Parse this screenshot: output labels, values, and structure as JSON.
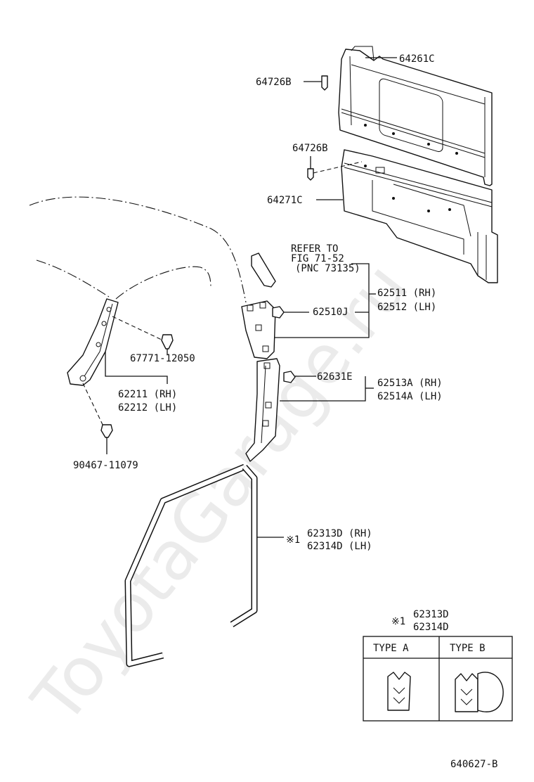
{
  "watermark": "ToyotaGarage.ru",
  "labels": {
    "p64261C": "64261C",
    "p64726B_top": "64726B",
    "p64726B_mid": "64726B",
    "p64271C": "64271C",
    "refer_line1": "REFER TO",
    "refer_line2": "FIG 71-52",
    "refer_line3": "(PNC 73135)",
    "p62511": "62511 (RH)",
    "p62512": "62512 (LH)",
    "p62510J": "62510J",
    "p67771": "67771-12050",
    "p62211": "62211 (RH)",
    "p62212": "62212 (LH)",
    "p62631E": "62631E",
    "p62513A": "62513A (RH)",
    "p62514A": "62514A (LH)",
    "p90467": "90467-11079",
    "note_mark": "※1",
    "p62313D": "62313D (RH)",
    "p62314D": "62314D (LH)",
    "inset_mark": "※1",
    "inset_62313D": "62313D",
    "inset_62314D": "62314D",
    "type_a": "TYPE A",
    "type_b": "TYPE B",
    "diagram_code": "640627-B"
  },
  "icons": [
    "clip-icon",
    "screw-icon",
    "weatherstrip-section-a-icon",
    "weatherstrip-section-b-icon"
  ]
}
